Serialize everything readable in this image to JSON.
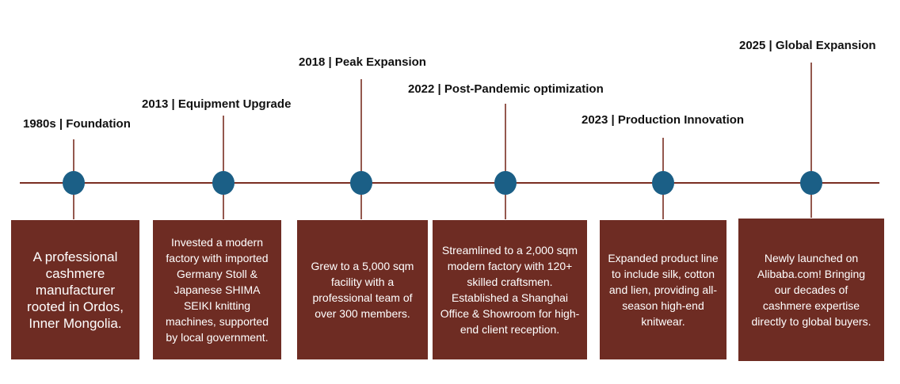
{
  "colors": {
    "line": "#7a2e22",
    "dot": "#1b5f86",
    "box": "#6e2c23",
    "box_text": "#ffffff"
  },
  "milestones": [
    {
      "title": "1980s | Foundation",
      "text": "A professional cashmere manufacturer rooted in Ordos, Inner Mongolia."
    },
    {
      "title": "2013 | Equipment Upgrade",
      "text": "Invested a modern factory with imported Germany Stoll & Japanese SHIMA SEIKI knitting machines, supported by local government."
    },
    {
      "title": "2018 | Peak Expansion",
      "text": "Grew to a 5,000 sqm facility with a professional team of over 300 members."
    },
    {
      "title": "2022 | Post-Pandemic optimization",
      "text": "Streamlined to a  2,000 sqm modern factory with 120+ skilled craftsmen. Established a Shanghai Office & Showroom for high-end client reception."
    },
    {
      "title": "2023 | Production Innovation",
      "text": "Expanded product line to include silk, cotton and lien, providing all-season high-end knitwear."
    },
    {
      "title": "2025 | Global Expansion",
      "text": "Newly launched on Alibaba.com! Bringing our decades of cashmere expertise directly to global buyers."
    }
  ]
}
